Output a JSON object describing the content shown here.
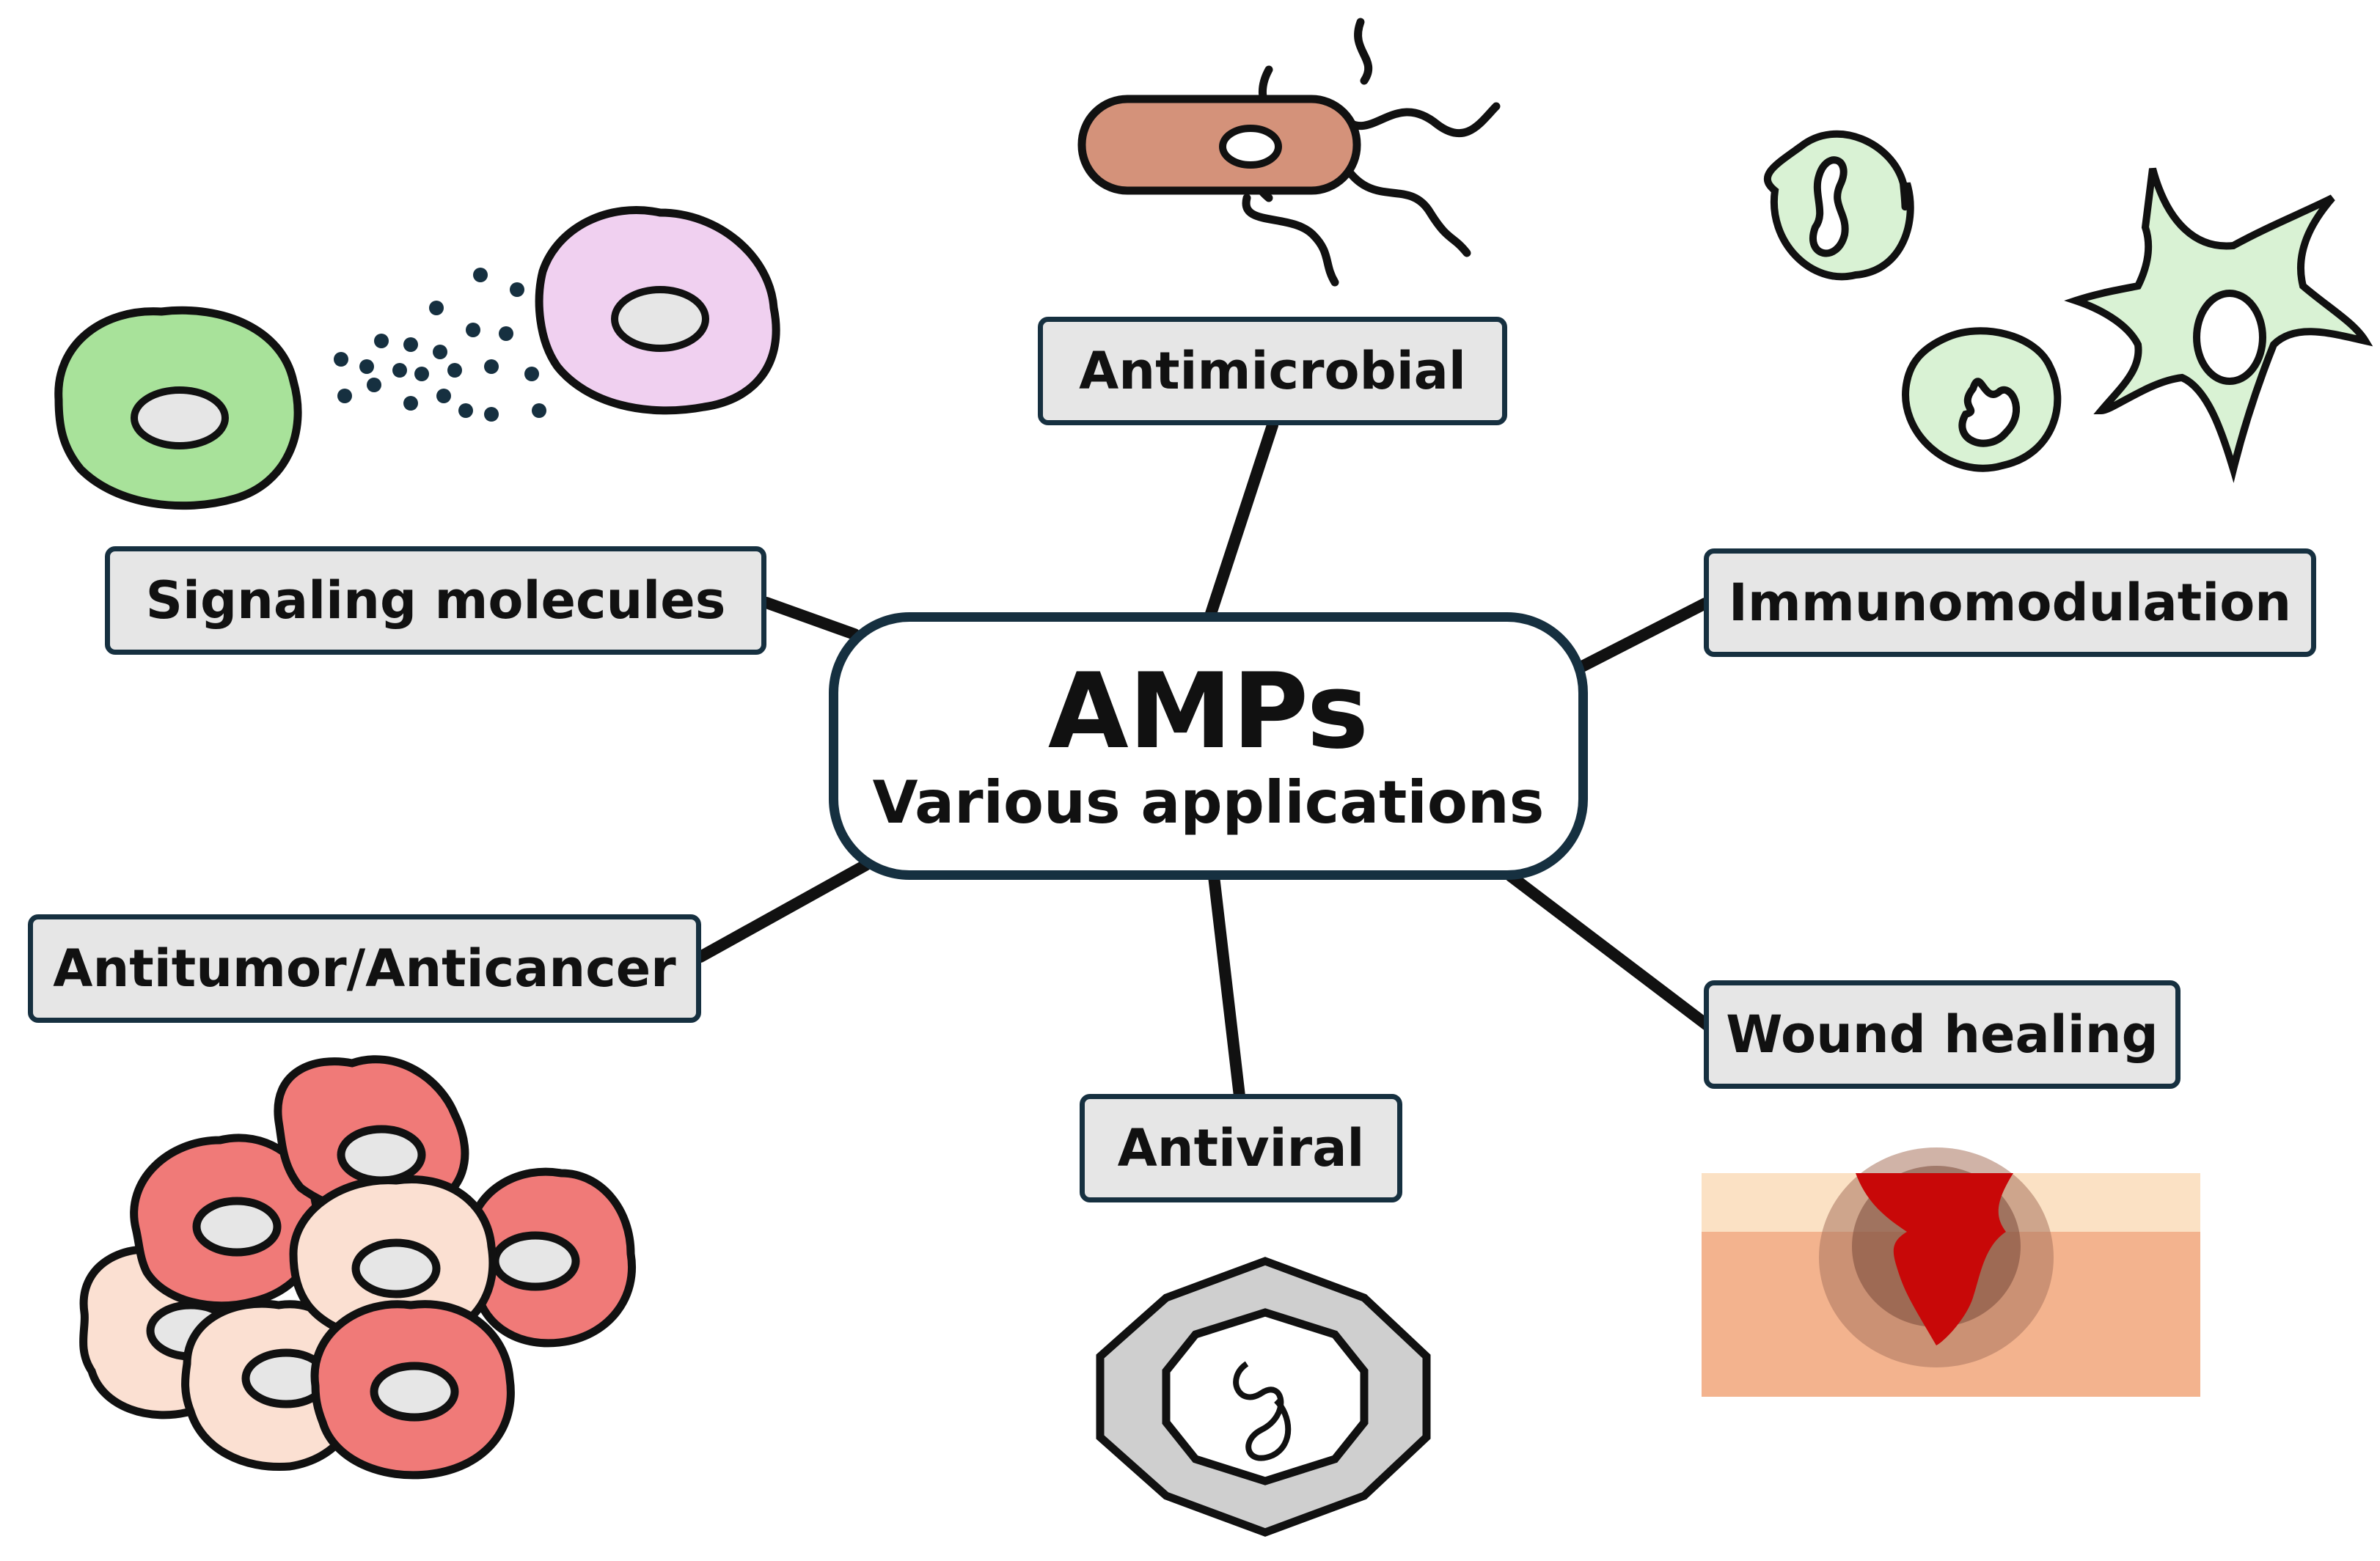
{
  "center": {
    "title": "AMPs",
    "subtitle": "Various applications"
  },
  "applications": {
    "antimicrobial": "Antimicrobial",
    "immunomodulation": "Immunomodulation",
    "wound_healing": "Wound healing",
    "antiviral": "Antiviral",
    "antitumor": "Antitumor/Anticancer",
    "signaling": "Signaling molecules"
  },
  "colors": {
    "outline": "#163040",
    "label_fill": "#e6e6e6",
    "bacterium": "#d4927a",
    "immune_cell": "#d9f2d4",
    "tumor_cell": "#f07a78",
    "tumor_cell_light": "#fbe0d2",
    "green_cell": "#a8e29a",
    "pink_cell": "#f0d0f0",
    "skin": "#f3b38e",
    "blood": "#c80808"
  }
}
